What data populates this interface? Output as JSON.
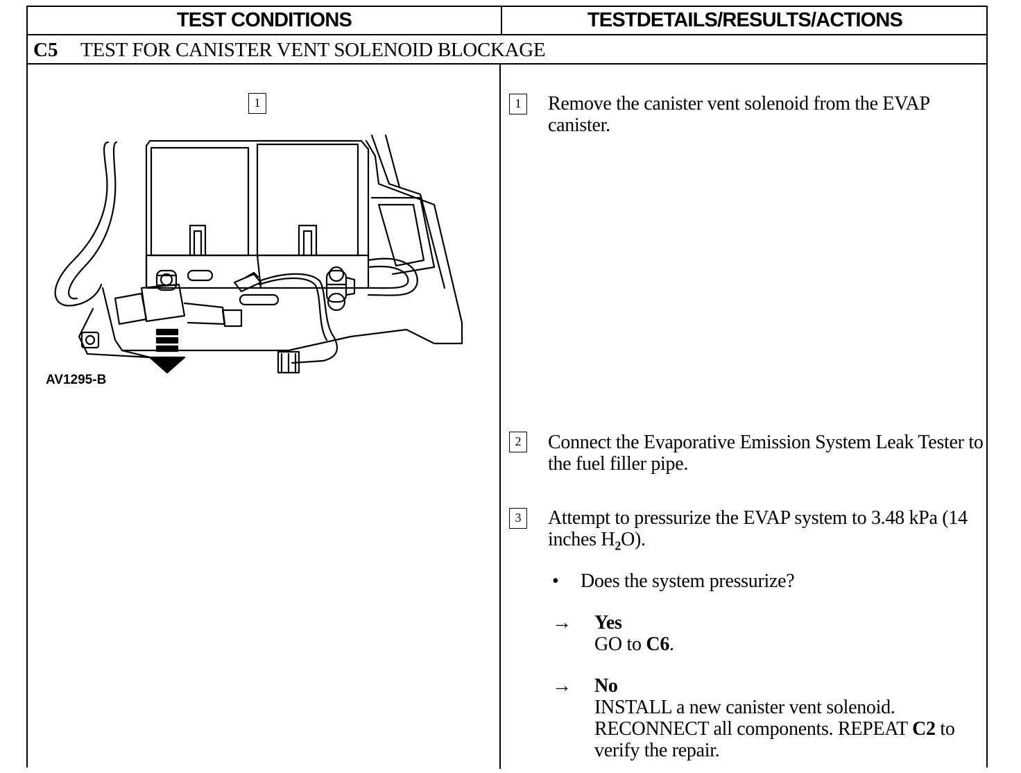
{
  "header": {
    "left": "TEST CONDITIONS",
    "right": "TESTDETAILS/RESULTS/ACTIONS"
  },
  "test": {
    "id": "C5",
    "title": "TEST FOR CANISTER VENT SOLENOID BLOCKAGE"
  },
  "figure": {
    "step_number": "1",
    "label": "AV1295-B"
  },
  "steps": [
    {
      "number": "1",
      "text": "Remove the canister vent solenoid from the EVAP canister."
    },
    {
      "number": "2",
      "text": "Connect the Evaporative Emission System Leak Tester to the fuel filler pipe."
    },
    {
      "number": "3",
      "text_before": "Attempt to pressurize the EVAP system to 3.48 kPa (14 inches H",
      "subscript": "2",
      "text_after": "O)."
    }
  ],
  "question": {
    "bullet": "•",
    "text": "Does the system pressurize?"
  },
  "answers": [
    {
      "arrow": "→",
      "label": "Yes",
      "action_prefix": "GO to ",
      "action_ref": "C6",
      "action_suffix": "."
    },
    {
      "arrow": "→",
      "label": "No",
      "action_prefix": "INSTALL a new canister vent solenoid. RECONNECT all components. REPEAT ",
      "action_ref": "C2",
      "action_suffix": " to verify the repair."
    }
  ]
}
